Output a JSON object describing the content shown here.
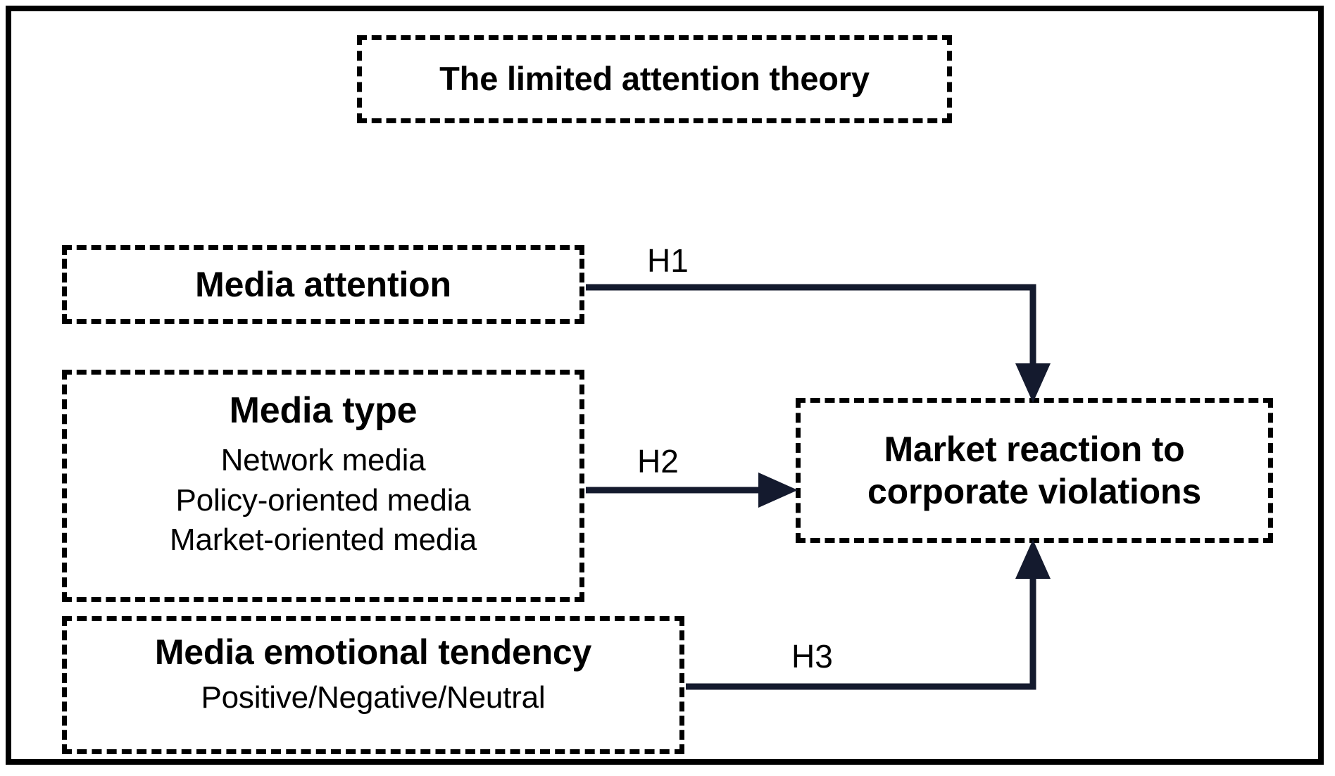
{
  "diagram": {
    "title_node": {
      "id": "limited-attention-theory",
      "label": "The limited attention theory"
    },
    "nodes": [
      {
        "id": "media-attention",
        "title": "Media attention",
        "sublines": []
      },
      {
        "id": "media-type",
        "title": "Media type",
        "sublines": [
          "Network media",
          "Policy-oriented media",
          "Market-oriented media"
        ]
      },
      {
        "id": "media-emotional-tendency",
        "title": "Media emotional tendency",
        "sublines": [
          "Positive/Negative/Neutral"
        ]
      },
      {
        "id": "market-reaction",
        "title_line1": "Market reaction to",
        "title_line2": "corporate violations"
      }
    ],
    "edges": [
      {
        "id": "h1",
        "label": "H1",
        "from": "media-attention",
        "to": "market-reaction",
        "direction": "right-then-down"
      },
      {
        "id": "h2",
        "label": "H2",
        "from": "media-type",
        "to": "market-reaction",
        "direction": "right"
      },
      {
        "id": "h3",
        "label": "H3",
        "from": "media-emotional-tendency",
        "to": "market-reaction",
        "direction": "right-then-up"
      }
    ],
    "colors": {
      "border": "#000000",
      "arrow": "#141a2e",
      "text": "#000000",
      "background": "#ffffff"
    }
  }
}
